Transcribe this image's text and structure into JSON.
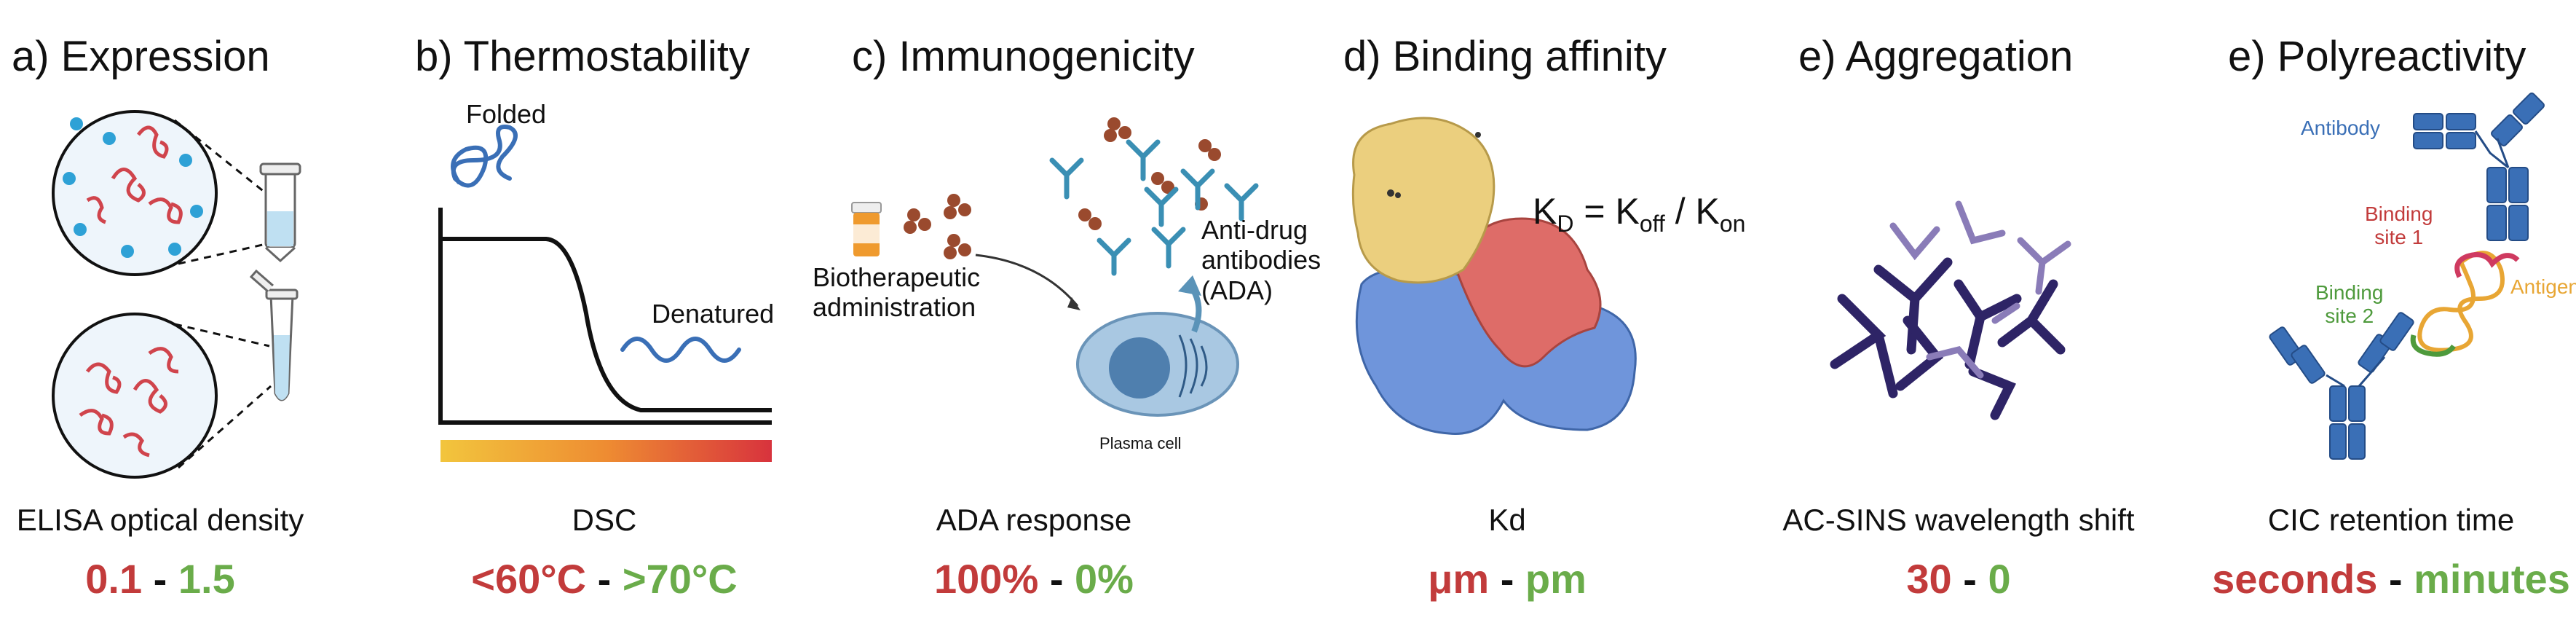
{
  "panels": [
    {
      "title": "a) Expression",
      "metric": "ELISA optical density",
      "low": "0.1",
      "high": "1.5"
    },
    {
      "title": "b) Thermostability",
      "metric": "DSC",
      "low": "<60°C",
      "high": ">70°C",
      "labels": {
        "folded": "Folded",
        "denatured": "Denatured"
      }
    },
    {
      "title": "c) Immunogenicity",
      "metric": "ADA response",
      "low": "100%",
      "high": "0%",
      "labels": {
        "bio_line1": "Biotherapeutic",
        "bio_line2": "administration",
        "ada_line1": "Anti-drug",
        "ada_line2": "antibodies",
        "ada_line3": "(ADA)",
        "plasma": "Plasma cell"
      }
    },
    {
      "title": "d) Binding affinity",
      "metric": "Kd",
      "low": "μm",
      "high": "pm",
      "formula": {
        "k": "K",
        "d": "D",
        "eq": " = K",
        "off": "off",
        "slash": " / K",
        "on": "on"
      }
    },
    {
      "title": "e) Aggregation",
      "metric": "AC-SINS wavelength shift",
      "low": "30",
      "high": "0"
    },
    {
      "title": "e) Polyreactivity",
      "metric": "CIC retention time",
      "low": "seconds",
      "high": "minutes",
      "labels": {
        "antibody": "Antibody",
        "site1_line1": "Binding",
        "site1_line2": "site 1",
        "site2_line1": "Binding",
        "site2_line2": "site 2",
        "antigen": "Antigen"
      }
    }
  ],
  "separator": "-",
  "colors": {
    "low": "#c23b3b",
    "high": "#6aac4a",
    "blue": "#3a6fb6",
    "red": "#d0444c",
    "gold": "#e9c86a",
    "navy": "#2e2466"
  }
}
